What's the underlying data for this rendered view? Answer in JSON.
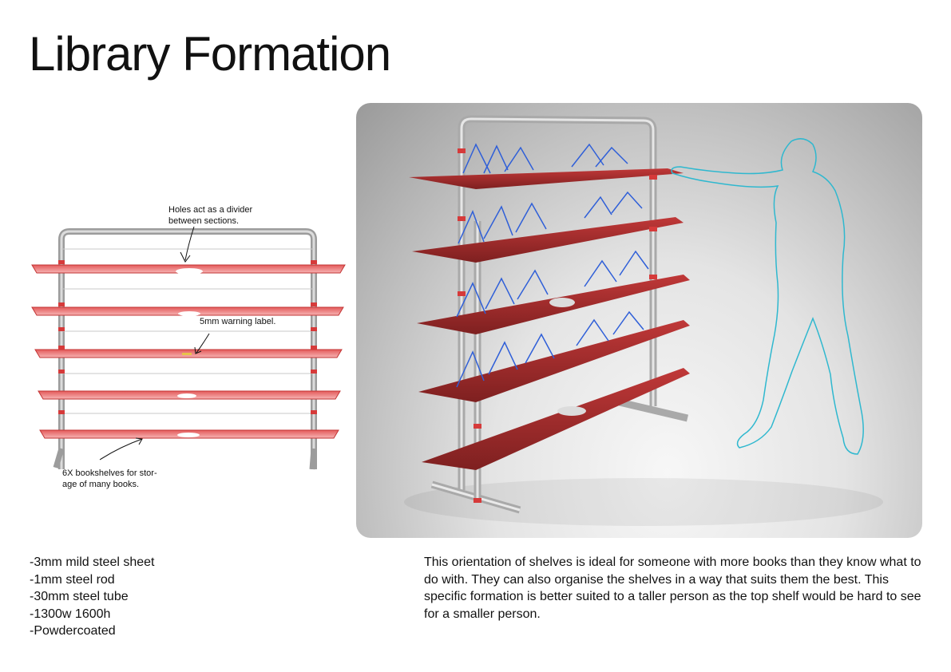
{
  "title": "Library Formation",
  "annotations": {
    "holes": "Holes act as a divider between sections.",
    "label": "5mm warning label.",
    "shelves": "6X bookshelves for storage of many books."
  },
  "annotation_lines": {
    "holes": [
      "Holes act as a divider",
      "between sections."
    ],
    "label": [
      "5mm warning label."
    ],
    "shelves": [
      "6X bookshelves for stor-",
      "age of many books."
    ]
  },
  "specs": [
    "-3mm mild steel sheet",
    "-1mm steel rod",
    "-30mm steel tube",
    "-1300w 1600h",
    "-Powdercoated"
  ],
  "description": "This orientation of shelves is ideal for someone with more books than they know what to do with. They can also organise the shelves in a way that suits them the best. This specific formation is better suited to a taller person as the top shelf would be hard to see for a smaller person.",
  "colors": {
    "shelf": "#d63a3a",
    "shelf_light": "#f08a8a",
    "frame": "#bfbfbf",
    "book_outline": "#2f5fd8",
    "figure_outline": "#2fb8cf"
  }
}
